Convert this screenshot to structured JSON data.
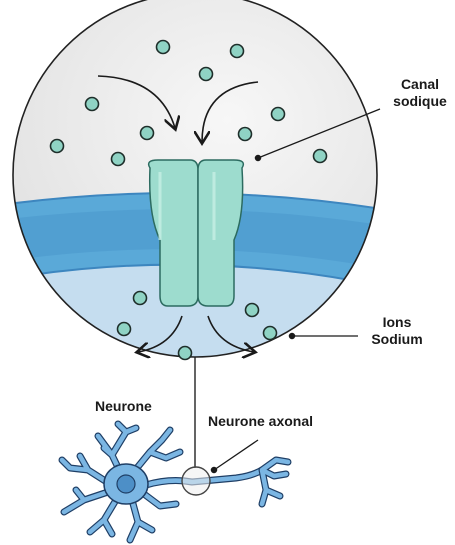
{
  "labels": {
    "sodium_channel": [
      "Canal",
      "sodique"
    ],
    "sodium_ions": [
      "Ions",
      "Sodium"
    ],
    "neuron": "Neurone",
    "axonal_neuron": "Neurone axonal"
  },
  "colors": {
    "ion_fill": "#8fd3c4",
    "ion_stroke": "#1e2e2a",
    "channel_fill": "#9ddcce",
    "channel_stroke": "#2c6b60",
    "membrane": "#5aa9d8",
    "membrane_edge": "#3d86bf",
    "upper_space": "#e9e9e9",
    "lower_space": "#c5ddef",
    "neuron": "#7bb6e3",
    "neuron_stroke": "#1f3f66",
    "outline": "#222222"
  },
  "icons": {
    "ion": "circle",
    "arrow": "curved-arrow"
  }
}
